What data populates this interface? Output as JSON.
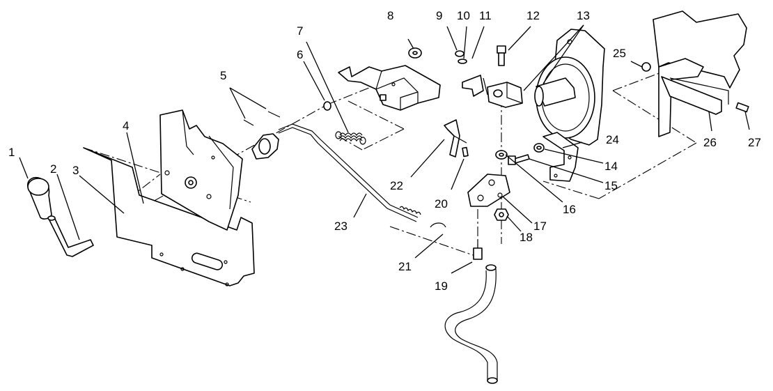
{
  "callouts": [
    {
      "id": "c1",
      "label": "1"
    },
    {
      "id": "c2",
      "label": "2"
    },
    {
      "id": "c3",
      "label": "3"
    },
    {
      "id": "c4",
      "label": "4"
    },
    {
      "id": "c5",
      "label": "5"
    },
    {
      "id": "c6",
      "label": "6"
    },
    {
      "id": "c7",
      "label": "7"
    },
    {
      "id": "c8",
      "label": "8"
    },
    {
      "id": "c9",
      "label": "9"
    },
    {
      "id": "c10",
      "label": "10"
    },
    {
      "id": "c11",
      "label": "11"
    },
    {
      "id": "c12",
      "label": "12"
    },
    {
      "id": "c13",
      "label": "13"
    },
    {
      "id": "c14",
      "label": "14"
    },
    {
      "id": "c15",
      "label": "15"
    },
    {
      "id": "c16",
      "label": "16"
    },
    {
      "id": "c17",
      "label": "17"
    },
    {
      "id": "c18",
      "label": "18"
    },
    {
      "id": "c19",
      "label": "19"
    },
    {
      "id": "c20",
      "label": "20"
    },
    {
      "id": "c21",
      "label": "21"
    },
    {
      "id": "c22",
      "label": "22"
    },
    {
      "id": "c23",
      "label": "23"
    },
    {
      "id": "c24",
      "label": "24"
    },
    {
      "id": "c25",
      "label": "25"
    },
    {
      "id": "c26",
      "label": "26"
    },
    {
      "id": "c27",
      "label": "27"
    }
  ]
}
